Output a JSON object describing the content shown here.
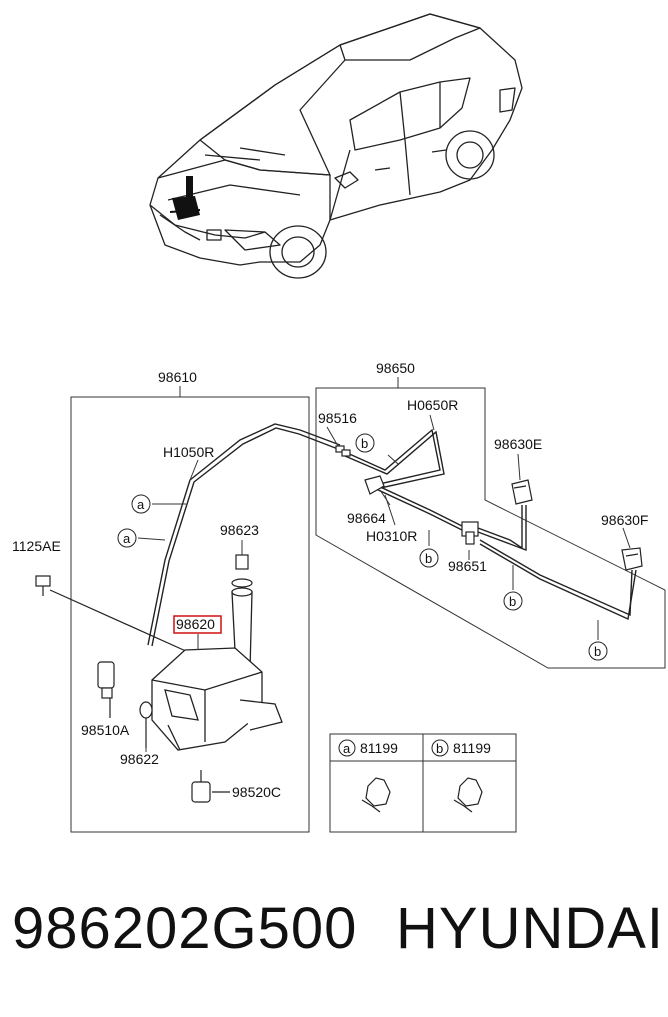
{
  "parts": {
    "p98610": "98610",
    "p98650": "98650",
    "p98516": "98516",
    "pH0650R": "H0650R",
    "p98630E": "98630E",
    "pH1050R": "H1050R",
    "p1125AE": "1125AE",
    "p98623": "98623",
    "p98620": "98620",
    "p98664": "98664",
    "pH0310R": "H0310R",
    "p98651": "98651",
    "p98630F": "98630F",
    "p98510A": "98510A",
    "p98622": "98622",
    "p98520C": "98520C"
  },
  "callouts": {
    "a": "a",
    "b": "b"
  },
  "legend": {
    "a_code": "81199",
    "b_code": "81199"
  },
  "footer": {
    "part_number": "986202G500",
    "brand": "HYUNDAI"
  },
  "colors": {
    "highlight": "#d01010",
    "line": "#222222"
  }
}
